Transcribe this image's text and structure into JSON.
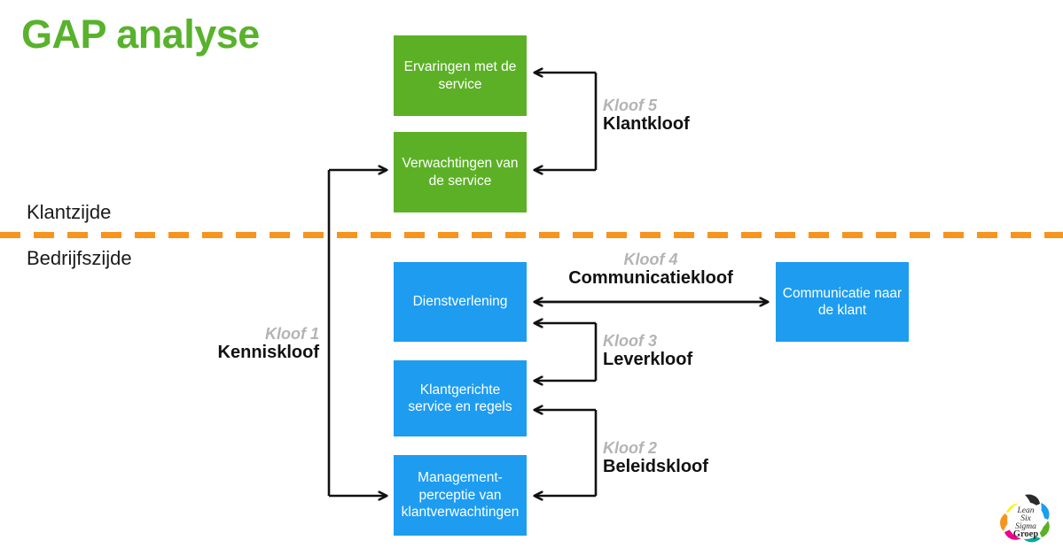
{
  "title": "GAP analyse",
  "colors": {
    "green": "#5cb026",
    "blue": "#1e9cf0",
    "orange": "#f7941e",
    "gap_number_gray": "#b4b4b4",
    "gap_name_black": "#111111",
    "title_green": "#58b22c"
  },
  "side_labels": {
    "customer": "Klantzijde",
    "company": "Bedrijfszijde"
  },
  "nodes": {
    "experiences": "Ervaringen met de service",
    "expectations": "Verwachtingen van de service",
    "service_delivery": "Dienstverlening",
    "customer_rules": "Klantgerichte service en regels",
    "management_perception": "Management-perceptie van klantverwachtingen",
    "communication": "Communicatie naar de klant"
  },
  "gaps": [
    {
      "id": "gap1",
      "number": "Kloof 1",
      "name": "Kenniskloof"
    },
    {
      "id": "gap2",
      "number": "Kloof 2",
      "name": "Beleidskloof"
    },
    {
      "id": "gap3",
      "number": "Kloof 3",
      "name": "Leverkloof"
    },
    {
      "id": "gap4",
      "number": "Kloof 4",
      "name": "Communicatiekloof"
    },
    {
      "id": "gap5",
      "number": "Kloof 5",
      "name": "Klantkloof"
    }
  ],
  "logo": {
    "line1": "Lean",
    "line2": "Six",
    "line3": "Sigma",
    "line4": "Groep"
  }
}
